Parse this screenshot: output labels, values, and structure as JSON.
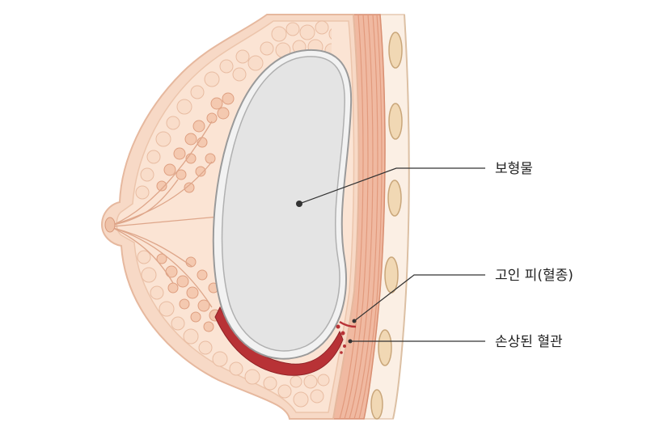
{
  "labels": {
    "implant": "보형물",
    "clot": "고인 피(혈종)",
    "vessel": "손상된 혈관"
  },
  "colors": {
    "skin": "#f7d9c6",
    "skin_outline": "#e6b89e",
    "fat": "#fbe4d4",
    "fat_outline": "#e8bca2",
    "implant_fill": "#e4e4e4",
    "implant_outline": "#9a9a9a",
    "muscle": "#f0b9a1",
    "muscle_lines": "#e29a7d",
    "blood": "#b83236",
    "rib": "#f1d8b4",
    "rib_outline": "#c9a67a",
    "leader_line": "#333333"
  }
}
